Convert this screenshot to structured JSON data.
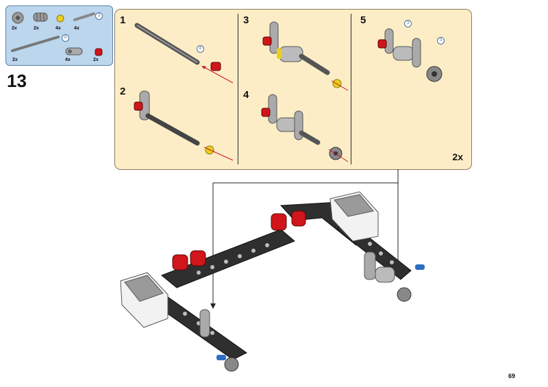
{
  "parts_list": [
    {
      "qty": "2x",
      "icon": "gear-part-icon"
    },
    {
      "qty": "2x",
      "icon": "worm-gear-icon"
    },
    {
      "qty": "4x",
      "icon": "bush-yellow-icon"
    },
    {
      "qty": "4x",
      "icon": "axle-3-icon",
      "length": "3"
    },
    {
      "qty": "2x",
      "icon": "axle-8-icon",
      "length": "8"
    },
    {
      "qty": "4x",
      "icon": "angle-connector-icon"
    },
    {
      "qty": "2x",
      "icon": "bush-red-icon"
    }
  ],
  "step_number": "13",
  "sub_steps": [
    {
      "num": "1",
      "callout": "8"
    },
    {
      "num": "2"
    },
    {
      "num": "3"
    },
    {
      "num": "4"
    },
    {
      "num": "5",
      "callouts": [
        "3",
        "3"
      ]
    }
  ],
  "multiplier": "2x",
  "page_number": "69",
  "colors": {
    "parts_bg": "#bcd6ee",
    "panel_bg": "#fcedc7",
    "red": "#d0151b",
    "yellow": "#e8d020",
    "gray": "#8b8b8b",
    "dark": "#333333"
  }
}
